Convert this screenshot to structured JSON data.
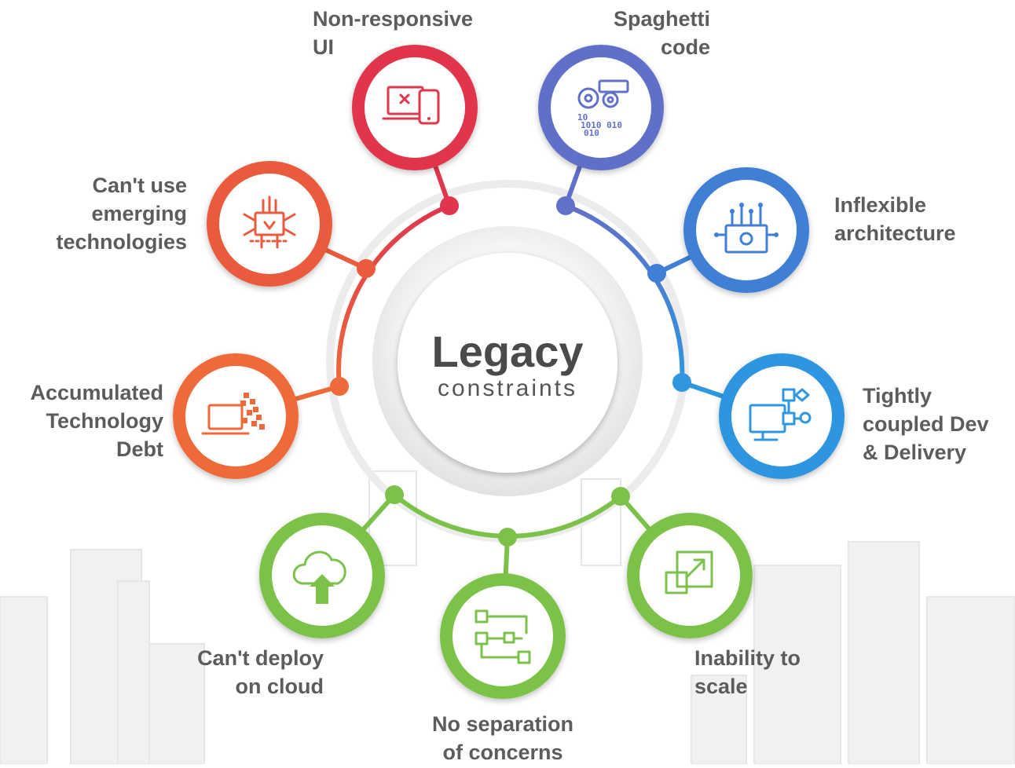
{
  "center": {
    "title": "Legacy",
    "subtitle": "constraints"
  },
  "colors": {
    "red": "#e0364b",
    "orange_red": "#ea5a3c",
    "orange": "#ef6a3a",
    "indigo": "#6170c8",
    "blue": "#3f7fd6",
    "sky": "#2f96e0",
    "green": "#7cc24a",
    "green_dark": "#6bb53e",
    "text": "#5c5c5c",
    "skyline": "#eeeeee"
  },
  "nodes": {
    "non_responsive_ui": {
      "label_lines": [
        "Non-responsive",
        "UI"
      ],
      "icon": "laptop-phone-error-icon"
    },
    "spaghetti_code": {
      "label_lines": [
        "Spaghetti",
        "code"
      ],
      "icon": "gears-binary-icon"
    },
    "inflexible_architecture": {
      "label_lines": [
        "Inflexible",
        "architecture"
      ],
      "icon": "circuit-monitor-icon"
    },
    "tightly_coupled": {
      "label_lines": [
        "Tightly",
        "coupled Dev",
        "& Delivery"
      ],
      "icon": "monitor-flowchart-icon"
    },
    "inability_to_scale": {
      "label_lines": [
        "Inability to",
        "scale"
      ],
      "icon": "scale-arrow-icon"
    },
    "no_separation": {
      "label_lines": [
        "No separation",
        "of concerns"
      ],
      "icon": "flow-blocks-icon"
    },
    "cant_deploy_cloud": {
      "label_lines": [
        "Can't deploy",
        "on cloud"
      ],
      "icon": "cloud-upload-icon"
    },
    "accumulated_debt": {
      "label_lines": [
        "Accumulated",
        "Technology",
        "Debt"
      ],
      "icon": "laptop-pixels-icon"
    },
    "cant_use_emerging": {
      "label_lines": [
        "Can't use",
        "emerging",
        "technologies"
      ],
      "icon": "chip-circuit-icon"
    }
  }
}
